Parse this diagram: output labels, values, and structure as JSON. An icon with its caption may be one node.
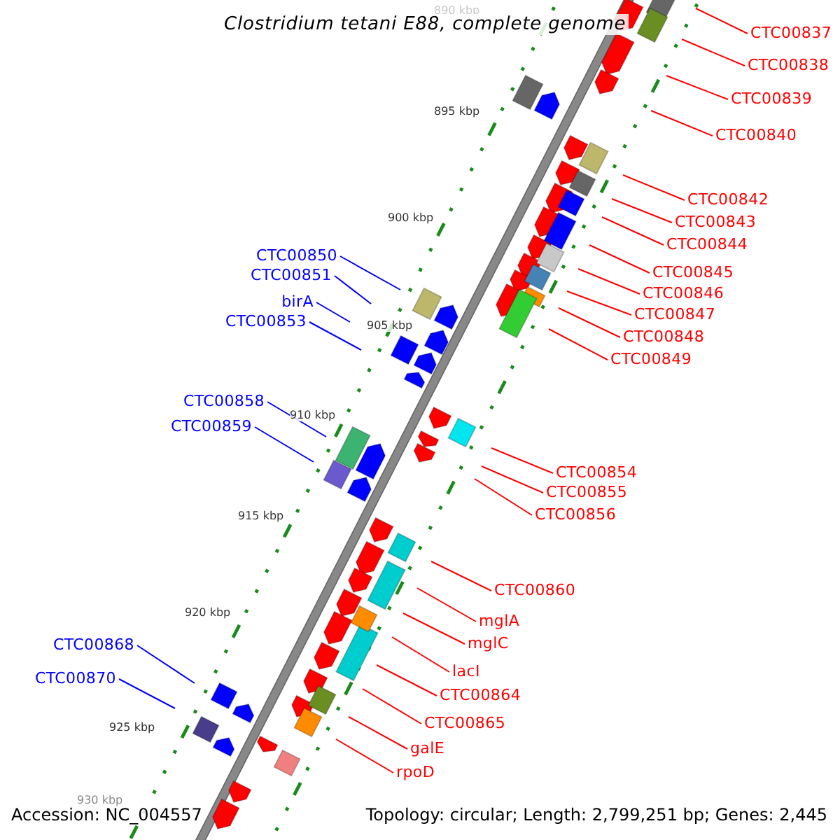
{
  "diagram": {
    "title": "Clostridium tetani E88, complete genome",
    "nodes": [
      {
        "text": [
          "CTC00837"
        ]
      },
      {
        "text": [
          "CTC00838"
        ]
      },
      {
        "text": [
          "CTC00839"
        ]
      },
      {
        "text": [
          "CTC00840"
        ]
      },
      {
        "text": [
          "CTC00842"
        ]
      },
      {
        "text": [
          "CTC00843"
        ]
      },
      {
        "text": [
          "CTC00844"
        ]
      },
      {
        "text": [
          "CTC00850"
        ]
      },
      {
        "text": [
          "CTC00845"
        ]
      },
      {
        "text": [
          "CTC00851"
        ]
      },
      {
        "text": [
          "CTC00846"
        ]
      },
      {
        "text": [
          "birA"
        ]
      },
      {
        "text": [
          "CTC00847"
        ]
      },
      {
        "text": [
          "CTC00853"
        ]
      },
      {
        "text": [
          "CTC00848"
        ]
      },
      {
        "text": [
          "CTC00849"
        ]
      },
      {
        "text": [
          "CTC00858"
        ]
      },
      {
        "text": [
          "CTC00859"
        ]
      },
      {
        "text": [
          "CTC00854"
        ]
      },
      {
        "text": [
          "CTC00855"
        ]
      },
      {
        "text": [
          "CTC00856"
        ]
      },
      {
        "text": [
          "CTC00860"
        ]
      },
      {
        "text": [
          "mglA"
        ]
      },
      {
        "text": [
          "mglC"
        ]
      },
      {
        "text": [
          "CTC00868"
        ]
      },
      {
        "text": [
          "lacI"
        ]
      },
      {
        "text": [
          "CTC00864"
        ]
      },
      {
        "text": [
          "CTC00870"
        ]
      },
      {
        "text": [
          "CTC00865"
        ]
      },
      {
        "text": [
          "galE"
        ]
      },
      {
        "text": [
          "rpoD"
        ]
      }
    ],
    "edges": [
      {
        "from": 0,
        "to": null,
        "arrow": "none"
      },
      {
        "from": 1,
        "to": null,
        "arrow": "none"
      },
      {
        "from": 2,
        "to": null,
        "arrow": "none"
      },
      {
        "from": 3,
        "to": null,
        "arrow": "none"
      },
      {
        "from": 4,
        "to": null,
        "arrow": "none"
      },
      {
        "from": 5,
        "to": null,
        "arrow": "none"
      },
      {
        "from": 6,
        "to": null,
        "arrow": "none"
      },
      {
        "from": 7,
        "to": null,
        "arrow": "none",
        "color": "#0000ff"
      },
      {
        "from": 8,
        "to": null,
        "arrow": "none"
      },
      {
        "from": 9,
        "to": null,
        "arrow": "none",
        "color": "#0000ff"
      },
      {
        "from": 10,
        "to": null,
        "arrow": "none"
      },
      {
        "from": 11,
        "to": null,
        "arrow": "none",
        "color": "#0000ff"
      },
      {
        "from": 12,
        "to": null,
        "arrow": "none"
      },
      {
        "from": 13,
        "to": null,
        "arrow": "none",
        "color": "#0000ff"
      },
      {
        "from": 14,
        "to": null,
        "arrow": "none"
      },
      {
        "from": 15,
        "to": null,
        "arrow": "none"
      },
      {
        "from": 16,
        "to": null,
        "arrow": "none",
        "color": "#0000ff"
      },
      {
        "from": 17,
        "to": null,
        "arrow": "none",
        "color": "#0000ff"
      },
      {
        "from": 18,
        "to": null,
        "arrow": "none"
      },
      {
        "from": 19,
        "to": null,
        "arrow": "none"
      },
      {
        "from": 20,
        "to": null,
        "arrow": "none"
      },
      {
        "from": 21,
        "to": null,
        "arrow": "none"
      },
      {
        "from": 22,
        "to": null,
        "arrow": "none"
      },
      {
        "from": 23,
        "to": null,
        "arrow": "none"
      },
      {
        "from": 24,
        "to": null,
        "arrow": "none",
        "color": "#0000ff"
      },
      {
        "from": 25,
        "to": null,
        "arrow": "none"
      },
      {
        "from": 26,
        "to": null,
        "arrow": "none"
      },
      {
        "from": 27,
        "to": null,
        "arrow": "none",
        "color": "#0000ff"
      },
      {
        "from": 28,
        "to": null,
        "arrow": "none"
      },
      {
        "from": 29,
        "to": null,
        "arrow": "none"
      },
      {
        "from": 30,
        "to": null,
        "arrow": "none"
      }
    ],
    "labels": [
      "890 kbp",
      "895 kbp",
      "900 kbp",
      "905 kbp",
      "910 kbp",
      "915 kbp",
      "920 kbp",
      "925 kbp",
      "930 kbp",
      "Accession: NC_004557",
      "Topology: circular; Length: 2,799,251 bp; Genes: 2,445"
    ]
  }
}
